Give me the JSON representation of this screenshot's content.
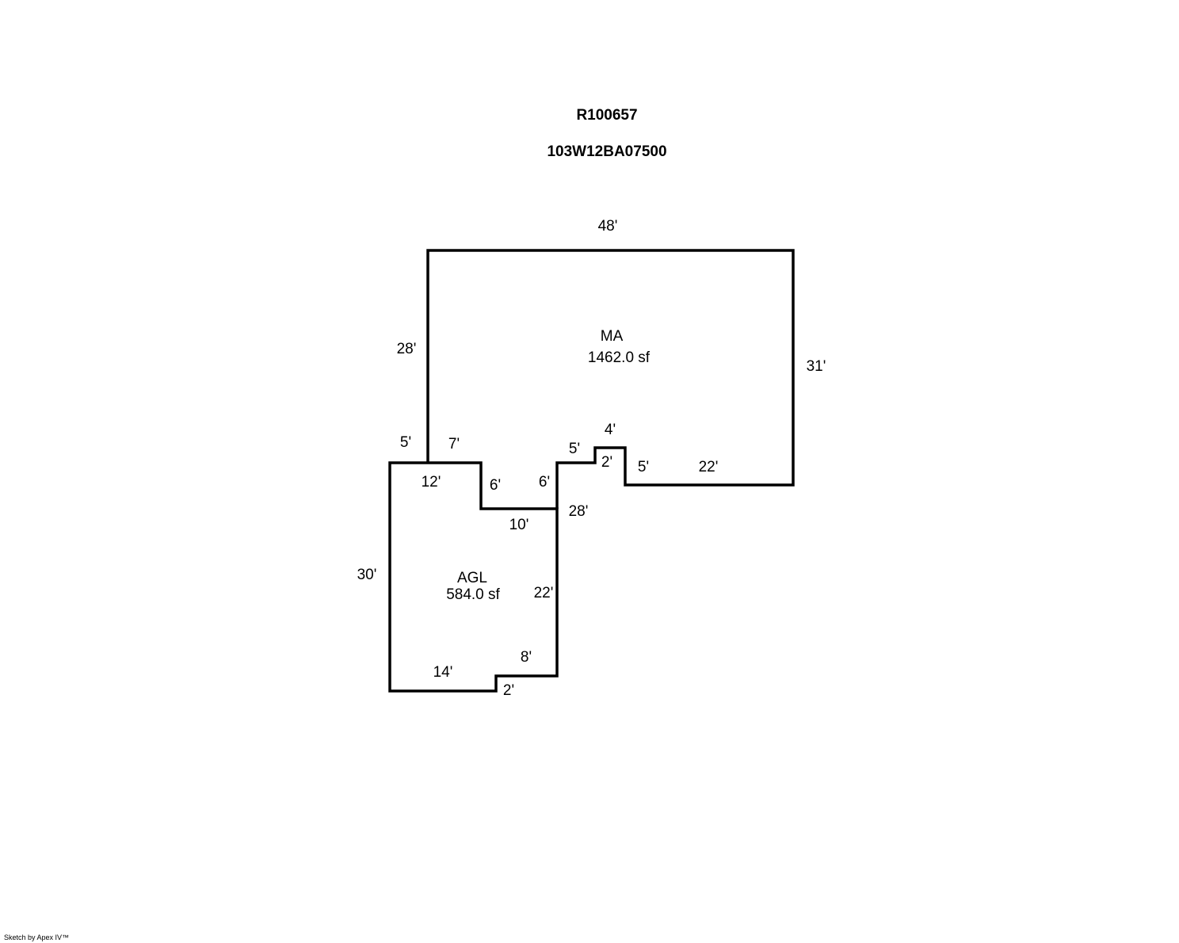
{
  "header": {
    "account": "R100657",
    "map_tax_lot": "103W12BA07500"
  },
  "areas": [
    {
      "code": "MA",
      "size": "1462.0 sf"
    },
    {
      "code": "AGL",
      "size": "584.0 sf"
    }
  ],
  "dimensions": [
    "48'",
    "28'",
    "31'",
    "5'",
    "7'",
    "4'",
    "5'",
    "2'",
    "5'",
    "22'",
    "12'",
    "6'",
    "6'",
    "10'",
    "28'",
    "30'",
    "22'",
    "8'",
    "14'",
    "2'"
  ],
  "footer": {
    "credit": "Sketch by Apex IV™"
  },
  "colors": {
    "line": "#000000",
    "background": "#ffffff"
  }
}
